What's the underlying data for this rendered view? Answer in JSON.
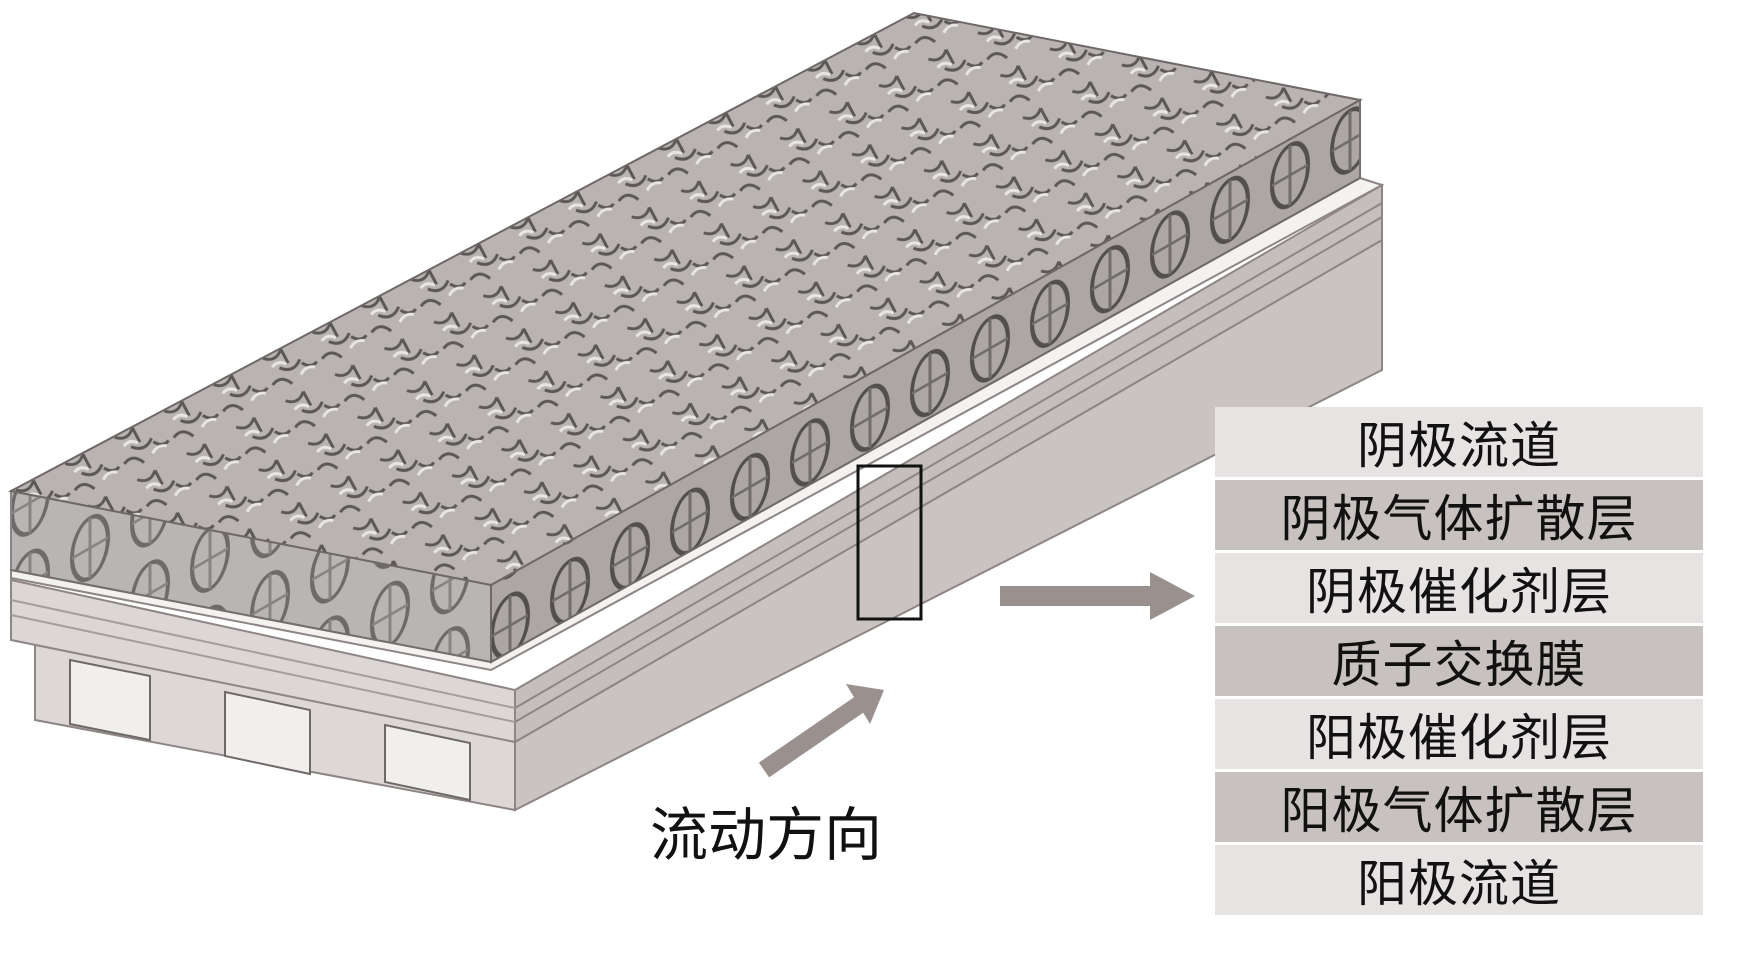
{
  "figure": {
    "flow_direction_label": "流动方向",
    "layers": [
      {
        "label": "阴极流道",
        "shade": "light"
      },
      {
        "label": "阴极气体扩散层",
        "shade": "dark"
      },
      {
        "label": "阴极催化剂层",
        "shade": "light"
      },
      {
        "label": "质子交换膜",
        "shade": "dark"
      },
      {
        "label": "阳极催化剂层",
        "shade": "light"
      },
      {
        "label": "阳极气体扩散层",
        "shade": "dark"
      },
      {
        "label": "阳极流道",
        "shade": "light"
      }
    ],
    "colors": {
      "light_layer": "#e7e3e2",
      "dark_layer": "#c7c1bf",
      "arrow": "#9a908d"
    }
  }
}
